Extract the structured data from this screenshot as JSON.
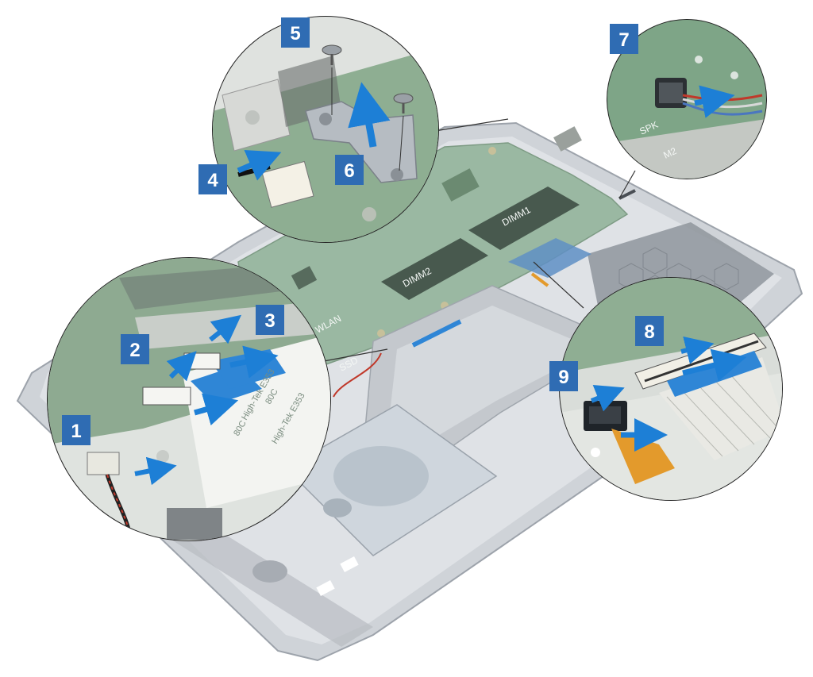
{
  "colors": {
    "badge": "#2f6cb3",
    "arrow": "#1d7fd6",
    "pcb": "#6e9873",
    "chassis": "#c9cdd3",
    "cable": "#2f86d6",
    "flex": "#e39a2c"
  },
  "steps": [
    {
      "label": "1"
    },
    {
      "label": "2"
    },
    {
      "label": "3"
    },
    {
      "label": "4"
    },
    {
      "label": "5"
    },
    {
      "label": "6"
    },
    {
      "label": "7"
    },
    {
      "label": "8"
    },
    {
      "label": "9"
    }
  ],
  "board_labels": {
    "dimm1": "DIMM1",
    "dimm2": "DIMM2",
    "wlan": "WLAN",
    "ssd": "SSD",
    "spk": "SPK",
    "m2": "M2"
  },
  "cable_print": {
    "line1": "High-Tek E353",
    "line2": "High-Tek E353",
    "temp1": "80C",
    "temp2": "80C"
  }
}
